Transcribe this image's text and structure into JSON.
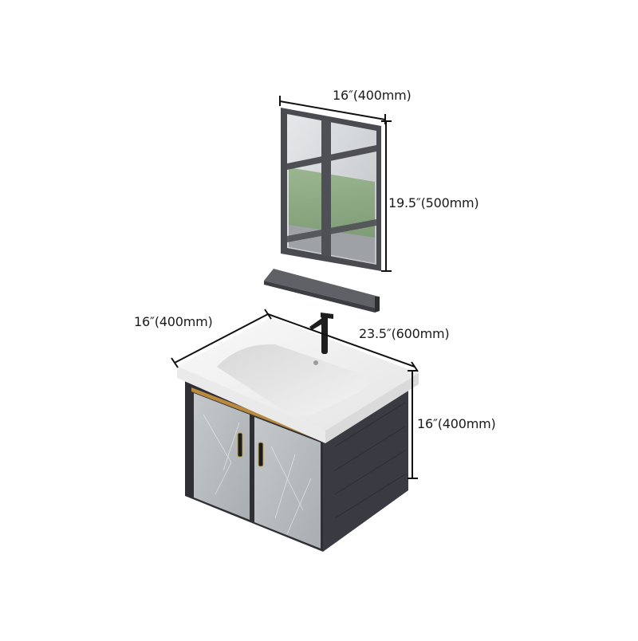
{
  "product": {
    "components": [
      "mirror",
      "shelf",
      "basin",
      "faucet",
      "cabinet"
    ],
    "colors": {
      "frame": "#4a4b50",
      "cabinet_body": "#3a3b42",
      "door_marble": "#b9bdc0",
      "basin": "#f4f4f4",
      "accent_gold": "#b98a3e",
      "faucet": "#1e1e1e",
      "dim_line": "#111111"
    }
  },
  "dimensions": {
    "mirror_width": "16″(400mm)",
    "mirror_height": "19.5″(500mm)",
    "cabinet_depth": "16″(400mm)",
    "cabinet_width": "23.5″(600mm)",
    "cabinet_height": "16″(400mm)"
  }
}
